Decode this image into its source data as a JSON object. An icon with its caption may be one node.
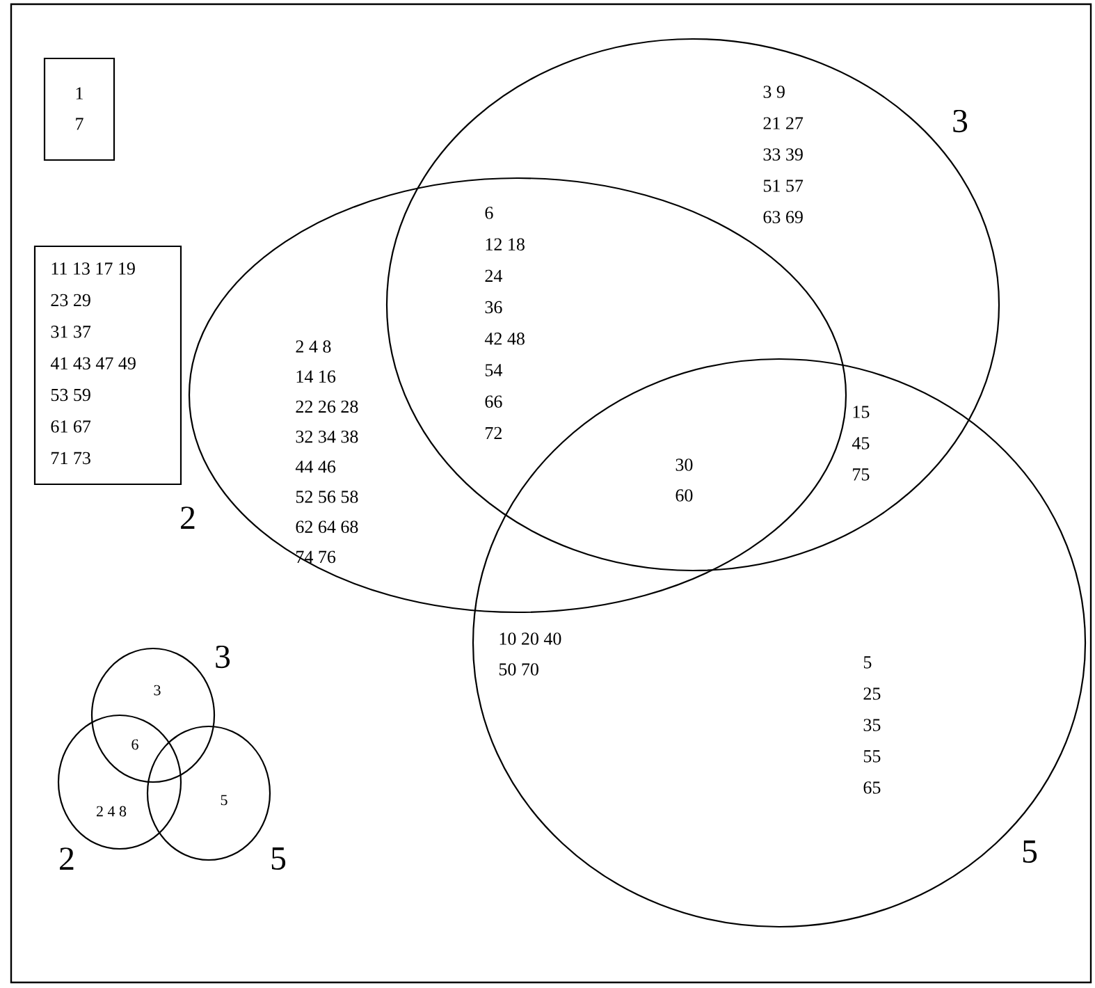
{
  "diagram": {
    "nodes": [
      {
        "text": [
          "1",
          "7"
        ]
      },
      {
        "text": [
          "11 13 17 19",
          "23 29",
          "31 37",
          "41 43 47 49",
          "53 59",
          "61 67",
          "71 73"
        ]
      },
      {
        "text": [
          "3"
        ]
      },
      {
        "text": [
          "2"
        ]
      },
      {
        "text": [
          "5"
        ]
      },
      {
        "text": [
          "3"
        ]
      },
      {
        "text": [
          "2"
        ]
      },
      {
        "text": [
          "5"
        ]
      }
    ],
    "labels": [
      "3 9",
      "21 27",
      "33 39",
      "51 57",
      "63 69",
      "6",
      "12 18",
      "24",
      "36",
      "42 48",
      "54",
      "66",
      "72",
      "2 4 8",
      "14 16",
      "22 26 28",
      "32 34 38",
      "44 46",
      "52 56 58",
      "62 64 68",
      "74 76",
      "15",
      "45",
      "75",
      "30",
      "60",
      "10 20 40",
      "50 70",
      "5",
      "25",
      "35",
      "55",
      "65",
      "3",
      "6",
      "2 4 8",
      "5"
    ]
  }
}
